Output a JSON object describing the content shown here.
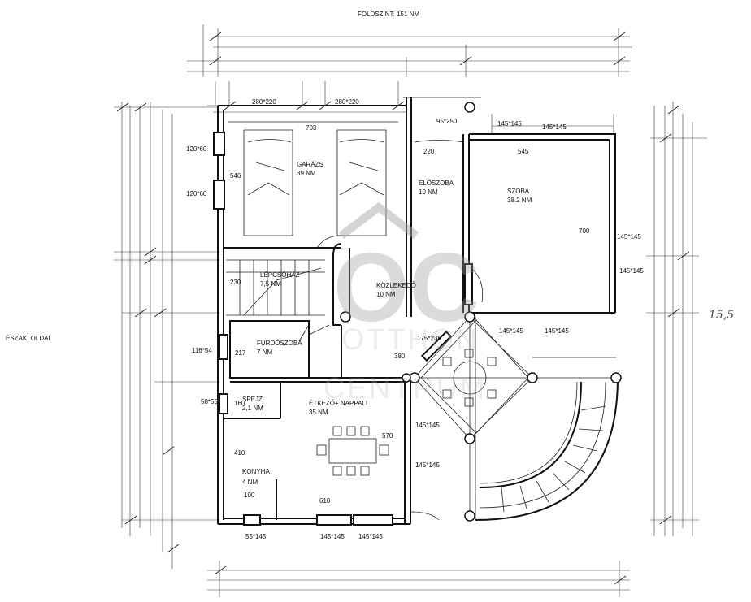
{
  "title": "FÖLDSZINT: 151 NM",
  "side_label": "ÉSZAKI OLDAL",
  "handwritten_note": "15,5",
  "watermark": {
    "logo_letters": "OC",
    "line1": "OTTHON",
    "line2": "CENTRUM"
  },
  "rooms": [
    {
      "id": "garazs",
      "name": "GARÁZS",
      "area": "39 NM"
    },
    {
      "id": "eloszoba",
      "name": "ELŐSZOBA",
      "area": "10 NM"
    },
    {
      "id": "szoba",
      "name": "SZOBA",
      "area": "38.2 NM"
    },
    {
      "id": "lepcsohaz",
      "name": "LÉPCSŐHÁZ",
      "area": "7,5 NM"
    },
    {
      "id": "kozlekedo",
      "name": "KÖZLEKEDŐ",
      "area": "10 NM"
    },
    {
      "id": "furdoszoba",
      "name": "FÜRDŐSZOBA",
      "area": "7 NM"
    },
    {
      "id": "spejz",
      "name": "SPEJZ",
      "area": "2,1 NM"
    },
    {
      "id": "etkezo",
      "name": "ÉTKEZŐ+ NAPPALI",
      "area": "35 NM"
    },
    {
      "id": "konyha",
      "name": "KONYHA",
      "area": "4 NM"
    }
  ],
  "dimensions": {
    "garage_door_1": "280*220",
    "garage_door_2": "280*220",
    "garage_width": "703",
    "garage_depth": "546",
    "garage_window_1": "120*60",
    "garage_window_2": "120*60",
    "entry_door": "95*250",
    "entry_depth": "220",
    "room_window_top_1": "145*145",
    "room_window_top_2": "145*145",
    "room_width": "545",
    "room_depth": "700",
    "room_window_right_1": "145*145",
    "room_window_right_2": "145*145",
    "room_window_bottom_1": "145*145",
    "room_window_bottom_2": "145*145",
    "stair_depth": "230",
    "bath_window": "116*54",
    "bath_depth": "217",
    "corridor_door": "175*236",
    "corridor_depth": "380",
    "pantry_window": "58*55",
    "pantry_depth": "160",
    "living_depth": "570",
    "living_window_1": "145*145",
    "living_window_2": "145*145",
    "kitchen_depth": "410",
    "kitchen_width": "100",
    "living_width": "610",
    "kitchen_window": "55*145",
    "bottom_window_1": "145*145",
    "bottom_window_2": "145*145"
  }
}
